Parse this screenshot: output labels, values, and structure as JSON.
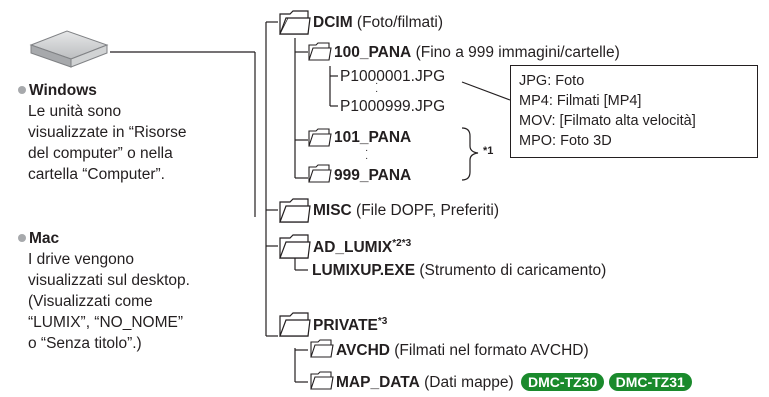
{
  "left": {
    "windows": {
      "title": "Windows",
      "lines": [
        "Le unità sono",
        "visualizzate in “Risorse",
        "del computer” o nella",
        "cartella “Computer”."
      ]
    },
    "mac": {
      "title": "Mac",
      "lines": [
        "I drive vengono",
        "visualizzati sul desktop.",
        "(Visualizzati come",
        "“LUMIX”, “NO_NOME”",
        "o “Senza titolo”.)"
      ]
    }
  },
  "tree": {
    "dcim": {
      "name": "DCIM",
      "desc": " (Foto/filmati)"
    },
    "pana100": {
      "name": "100_PANA",
      "desc": " (Fino a 999 immagini/cartelle)"
    },
    "file_first": "P1000001.JPG",
    "file_last": "P1000999.JPG",
    "pana101": {
      "name": "101_PANA"
    },
    "pana999": {
      "name": "999_PANA"
    },
    "note1": "*1",
    "misc": {
      "name": "MISC",
      "desc": " (File DOPF, Preferiti)"
    },
    "ad_lumix": {
      "name": "AD_LUMIX",
      "sup": "*2*3"
    },
    "lumixup": {
      "name": "LUMIXUP.EXE",
      "desc": " (Strumento di caricamento)"
    },
    "private": {
      "name": "PRIVATE",
      "sup": "*3"
    },
    "avchd": {
      "name": "AVCHD",
      "desc": " (Filmati nel formato AVCHD)"
    },
    "map_data": {
      "name": "MAP_DATA",
      "desc": " (Dati mappe)"
    },
    "badges": [
      "DMC-TZ30",
      "DMC-TZ31"
    ]
  },
  "info_box": [
    "JPG: Foto",
    "MP4: Filmati [MP4]",
    "MOV: [Filmato alta velocità]",
    "MPO: Foto 3D"
  ],
  "colors": {
    "badge": "#1a8a2c",
    "bullet": "#a7a9ac",
    "text": "#231f20"
  },
  "icons": {
    "drive": "drive-icon",
    "folder": "folder-icon"
  }
}
